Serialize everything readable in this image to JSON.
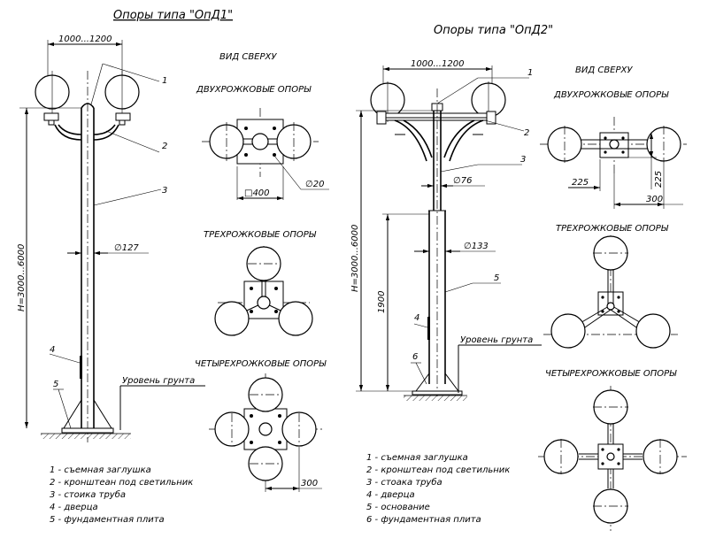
{
  "left": {
    "title": "Опоры типа \"ОпД1\"",
    "dim_width": "1000...1200",
    "dim_height": "H=3000...6000",
    "dim_diam": "∅127",
    "ground": "Уровень грунта",
    "callouts": [
      "1",
      "2",
      "3",
      "4",
      "5"
    ],
    "legend": [
      "1 - съемная заглушка",
      "2 - кронштеан под светильник",
      "3 - стоика труба",
      "4 - дверца",
      "5 - фундаментная плита"
    ]
  },
  "middle": {
    "view_top": "ВИД СВЕРХУ",
    "two": "ДВУХРОЖКОВЫЕ ОПОРЫ",
    "three": "ТРЕХРОЖКОВЫЕ ОПОРЫ",
    "four": "ЧЕТЫРЕХРОЖКОВЫЕ ОПОРЫ",
    "dim_square": "□400",
    "dim_hole": "∅20",
    "dim_300": "300"
  },
  "right": {
    "title": "Опоры типа \"ОпД2\"",
    "dim_width": "1000...1200",
    "dim_height": "H=3000...6000",
    "dim_upper": "∅76",
    "dim_lower": "∅133",
    "dim_1900": "1900",
    "ground": "Уровень грунта",
    "callouts": [
      "1",
      "2",
      "3",
      "4",
      "5",
      "6"
    ],
    "legend": [
      "1 - съемная заглушка",
      "2 - кронштеан под светильник",
      "3 - стоака труба",
      "4 - дверца",
      "5 - основание",
      "6 - фундаментная плита"
    ]
  },
  "far_right": {
    "view_top": "ВИД СВЕРХУ",
    "two": "ДВУХРОЖКОВЫЕ ОПОРЫ",
    "three": "ТРЕХРОЖКОВЫЕ ОПОРЫ",
    "four": "ЧЕТЫРЕХРОЖКОВЫЕ ОПОРЫ",
    "dim_225a": "225",
    "dim_225b": "225",
    "dim_300": "300"
  }
}
